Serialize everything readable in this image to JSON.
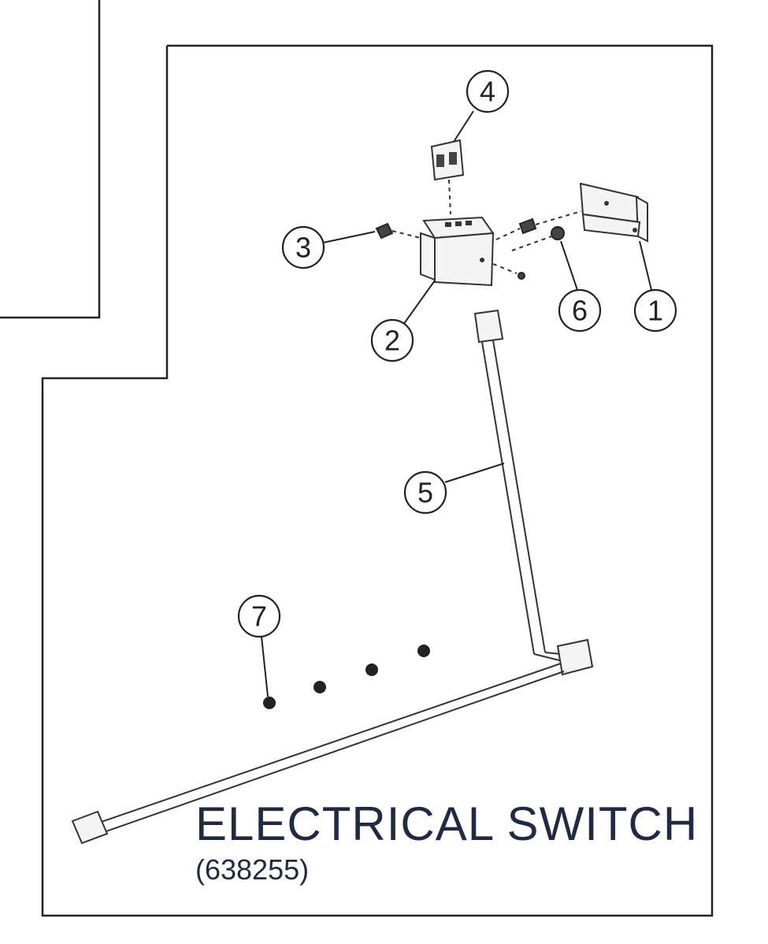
{
  "title": "ELECTRICAL SWITCH",
  "part_number": "(638255)",
  "callouts": [
    "1",
    "2",
    "3",
    "4",
    "5",
    "6",
    "7"
  ]
}
